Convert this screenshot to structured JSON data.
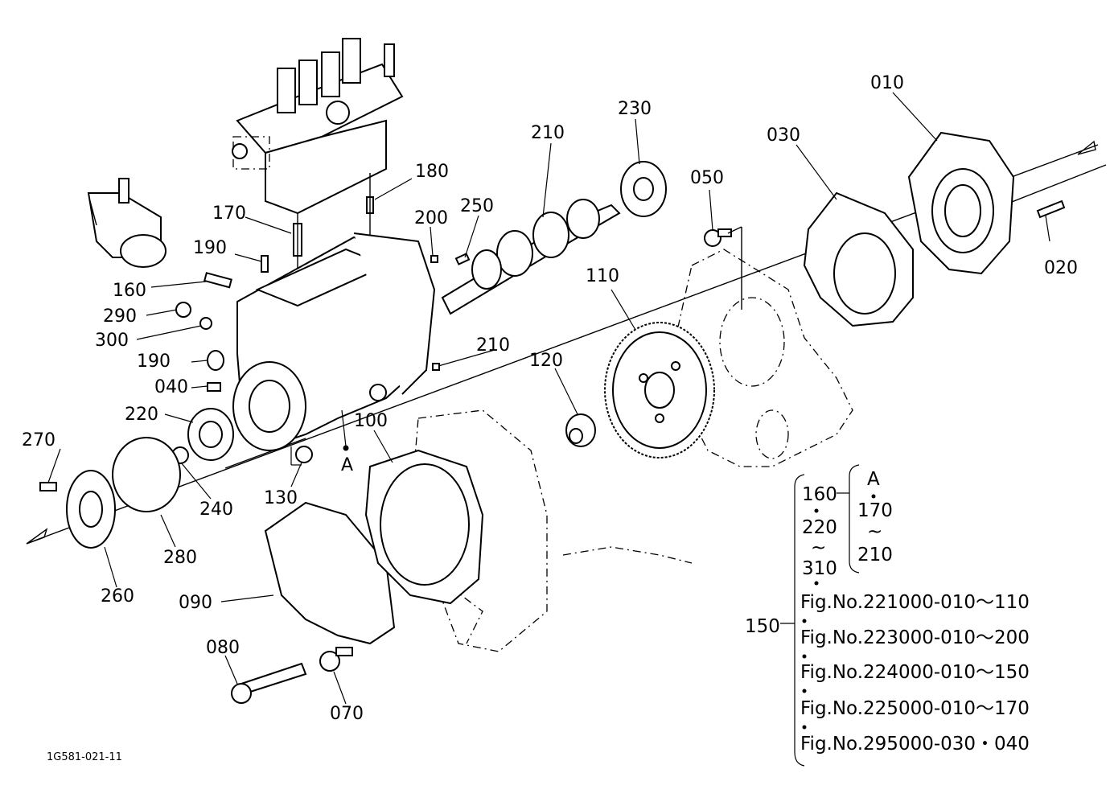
{
  "drawing_code": "1G581-021-11",
  "callouts": [
    "010",
    "020",
    "030",
    "040",
    "050",
    "070",
    "080",
    "090",
    "100",
    "110",
    "120",
    "130",
    "150",
    "160",
    "170",
    "180",
    "190",
    "190",
    "200",
    "210",
    "210",
    "220",
    "230",
    "240",
    "250",
    "260",
    "270",
    "280",
    "290",
    "300",
    "310",
    "A"
  ],
  "reference_group": {
    "head": "150",
    "range_left": {
      "top": "160",
      "mid": "220",
      "tilde": "~",
      "bottom": "310"
    },
    "range_right": {
      "top": "A",
      "mid": "170",
      "tilde": "~",
      "bottom": "210"
    },
    "fig_refs": [
      "Fig.No.221000-010～110",
      "Fig.No.223000-010～200",
      "Fig.No.224000-010～150",
      "Fig.No.225000-010～170",
      "Fig.No.295000-030・040"
    ]
  }
}
